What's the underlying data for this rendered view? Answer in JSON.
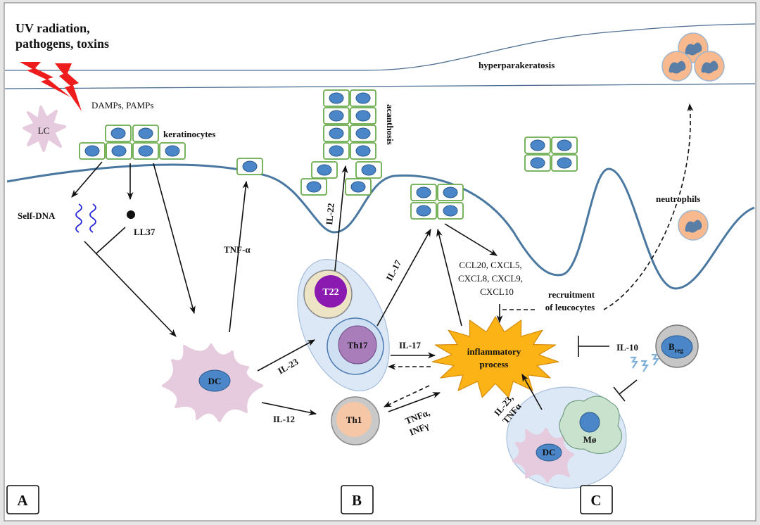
{
  "labels": {
    "trigger_line1": "UV radiation,",
    "trigger_line2": "pathogens, toxins",
    "damps": "DAMPs, PAMPs",
    "lc": "LC",
    "keratinocytes": "keratinocytes",
    "hyperparakeratosis": "hyperparakeratosis",
    "acanthosis": "acanthosis",
    "self_dna": "Self-DNA",
    "ll37": "LL37",
    "tnf_alpha": "TNF-α",
    "il22": "IL-22",
    "t22": "T22",
    "th17": "Th17",
    "il17_diag": "IL-17",
    "il17_horiz": "IL-17",
    "chemokines": [
      "CCL20, CXCL5,",
      "CXCL8, CXCL9,",
      "CXCL10"
    ],
    "recruitment": [
      "recruitment",
      "of leucocytes"
    ],
    "neutrophils": "neutrophils",
    "il10": "IL-10",
    "breg_main": "B",
    "breg_sub": "reg",
    "inflammatory": [
      "inflammatory",
      "process"
    ],
    "il23": "IL-23",
    "dc_main": "DC",
    "il12": "IL-12",
    "th1": "Th1",
    "tnf_inf": [
      "TNFα,",
      "INFγ"
    ],
    "il23_tnf": [
      "IL-23,",
      "TNFα"
    ],
    "dc_small": "DC",
    "macrophage": "Mø"
  },
  "panels": [
    "A",
    "B",
    "C"
  ],
  "colors": {
    "keratinocyte_border": "#6aab4b",
    "nucleus": "#4a86c8",
    "basement_membrane": "#4a78a0",
    "dendritic_cell": "#e5cbdd",
    "lightning": "#ee1c1c",
    "inflammation": "#fbb316",
    "cell_group": "#dce8f5",
    "self_dna": "#2626d6",
    "neutrophil": "#f7b98d",
    "macrophage": "#c8e2cd",
    "t22": "#8b1ab0",
    "th17": "#a97dba",
    "th1": "#f6c7a6"
  }
}
